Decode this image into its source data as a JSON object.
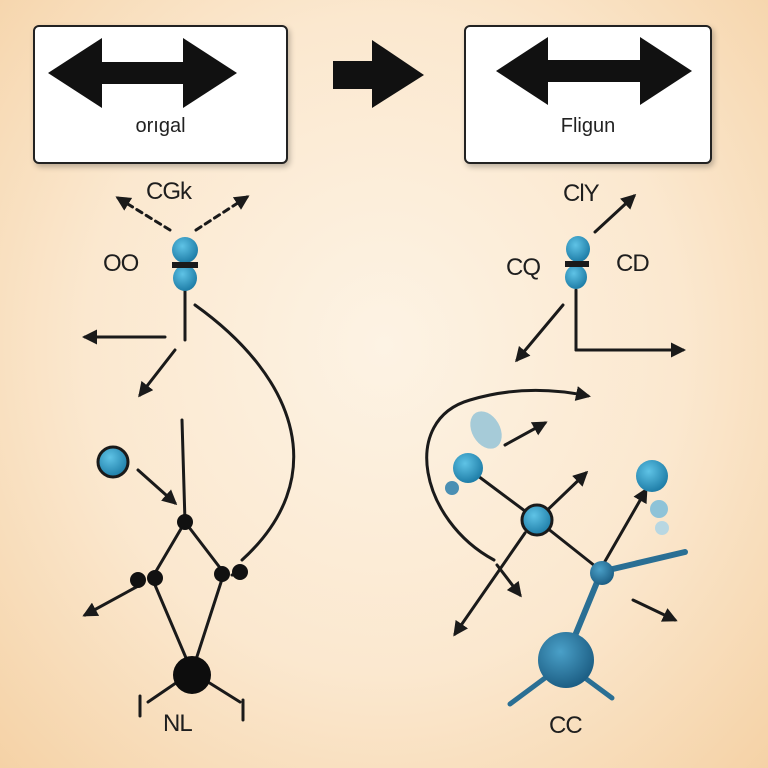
{
  "boxes": {
    "left_label": "orıgal",
    "right_label": "Fligun"
  },
  "labels": {
    "left_top": "CGk",
    "left_side": "OO",
    "left_bottom": "NL",
    "right_top": "ClY",
    "right_side_left": "CQ",
    "right_side_right": "CD",
    "right_bottom": "CC"
  },
  "colors": {
    "background": "#fbe8cf",
    "node_blue": "#2e9cc4",
    "node_dark": "#111111",
    "line": "#1a1a1a",
    "teal_bond": "#2a6f94"
  }
}
